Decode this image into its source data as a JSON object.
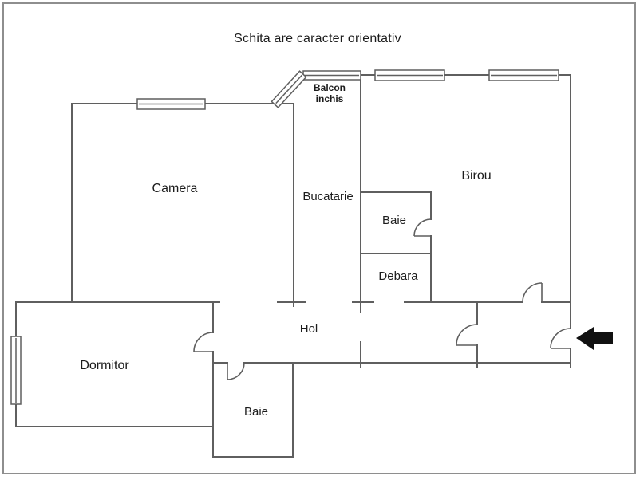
{
  "title": "Schita are caracter orientativ",
  "rooms": {
    "camera": "Camera",
    "bucatarie": "Bucatarie",
    "birou": "Birou",
    "baie_sus": "Baie",
    "debara": "Debara",
    "hol": "Hol",
    "dormitor": "Dormitor",
    "baie_jos": "Baie"
  },
  "balcon": {
    "line1": "Balcon",
    "line2": "inchis"
  },
  "colors": {
    "wall": "#5f5f5f",
    "text": "#1c1c1c",
    "arrow": "#111111",
    "frame": "#8e8e8e",
    "background": "#ffffff"
  }
}
